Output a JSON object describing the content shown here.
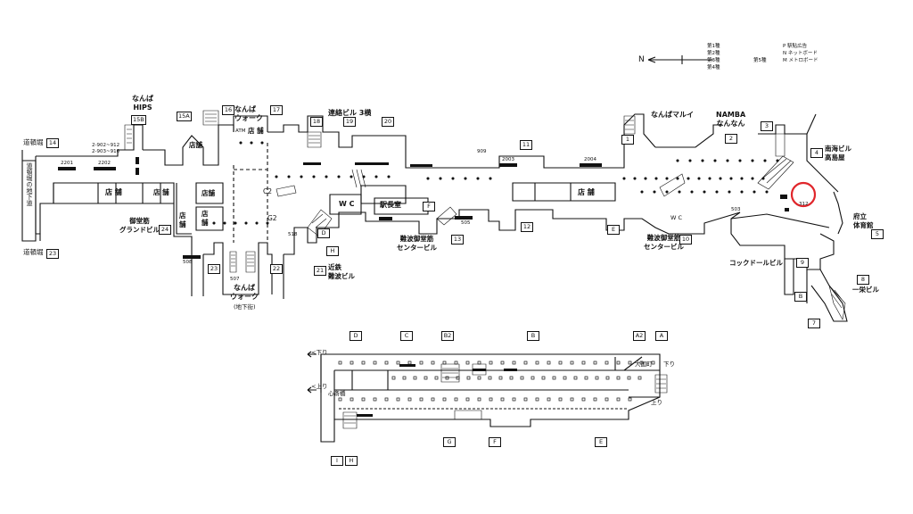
{
  "compass": {
    "north": "N"
  },
  "legend": {
    "floors": [
      "第1種",
      "第2種",
      "第3種",
      "第4種",
      "第5種"
    ],
    "types": [
      {
        "code": "P",
        "label": "駅貼広告"
      },
      {
        "code": "N",
        "label": "ネットボード"
      },
      {
        "code": "M",
        "label": "メトロボード"
      }
    ]
  },
  "places": {
    "dotonbori_left": "道頓堀",
    "dotonbori_bottom": "道頓堀",
    "dotonbori_underground": "道頓堀の地下道",
    "namba_hips": "なんば\nHIPS",
    "namba_walk_top": "なんば\nウォーク",
    "namba_walk_bottom": "なんば\nウォーク",
    "chikagai": "(地下街)",
    "renraku": "連絡ビル 3横",
    "midosuji_grand": "御堂筋\nグランドビル",
    "namba_midosuji_center1": "難波御堂筋\nセンタービル",
    "namba_midosuji_center2": "難波御堂筋\nセンタービル",
    "kintetsu": "近鉄\n難波ビル",
    "marui": "なんばマルイ",
    "namba_nannan": "NAMBA\nなんなん",
    "nankai_takashimaya": "南海ビル\n高島屋",
    "furitsu": "府立\n体育館",
    "cockdoor": "コックドールビル",
    "ichiei": "一栄ビル",
    "wc1": "W C",
    "wc2": "W C",
    "ekichou": "駅長室",
    "tenpo1": "店 舗",
    "tenpo2": "店 舗",
    "tenpo3": "店舗",
    "tenpo4": "店舗",
    "tenpo5": "店\n舗",
    "tenpo6": "店\n舗",
    "tenpo7": "店 舗",
    "tenpo8": "店 舗",
    "kudari1": "<下り",
    "nobori1": "<上り",
    "shinsaibashi": "心斎橋",
    "daikokucho": "大国町",
    "kudari2": "下り",
    "nobori2": "上り",
    "c2": "C2",
    "g2": "G2",
    "atm": "ATM"
  },
  "exits": {
    "e14": "14",
    "e23": "23",
    "e15b": "15B",
    "e15a": "15A",
    "e16": "16",
    "e17": "17",
    "e18": "18",
    "e19": "19",
    "e20": "20",
    "e24": "24",
    "e22": "22",
    "e21": "21",
    "e23b": "23",
    "eH": "H",
    "eD": "D",
    "eF": "F",
    "e13": "13",
    "e11": "11",
    "e12": "12",
    "eE": "E",
    "e1": "1",
    "e2": "2",
    "e3": "3",
    "e4": "4",
    "e10": "10",
    "e5": "5",
    "e9": "9",
    "e8": "8",
    "e7": "7",
    "eB": "B",
    "eA2": "A2",
    "lD": "D",
    "lC": "C",
    "lB2": "B2",
    "lB": "B",
    "lA2": "A2",
    "lA": "A",
    "lI": "I",
    "lH": "H",
    "lG": "G",
    "lF": "F",
    "lE": "E"
  },
  "ad_codes": {
    "a2201": "2201",
    "a2202": "2202",
    "a2003": "2003",
    "a2004": "2004",
    "a2nos": "2-902~912\n2-903~910",
    "a507": "507",
    "a508": "508",
    "a518": "518",
    "a312": "312",
    "a503": "503",
    "a505": "505",
    "a909": "909"
  },
  "highlight": {
    "color": "#e0262b"
  }
}
